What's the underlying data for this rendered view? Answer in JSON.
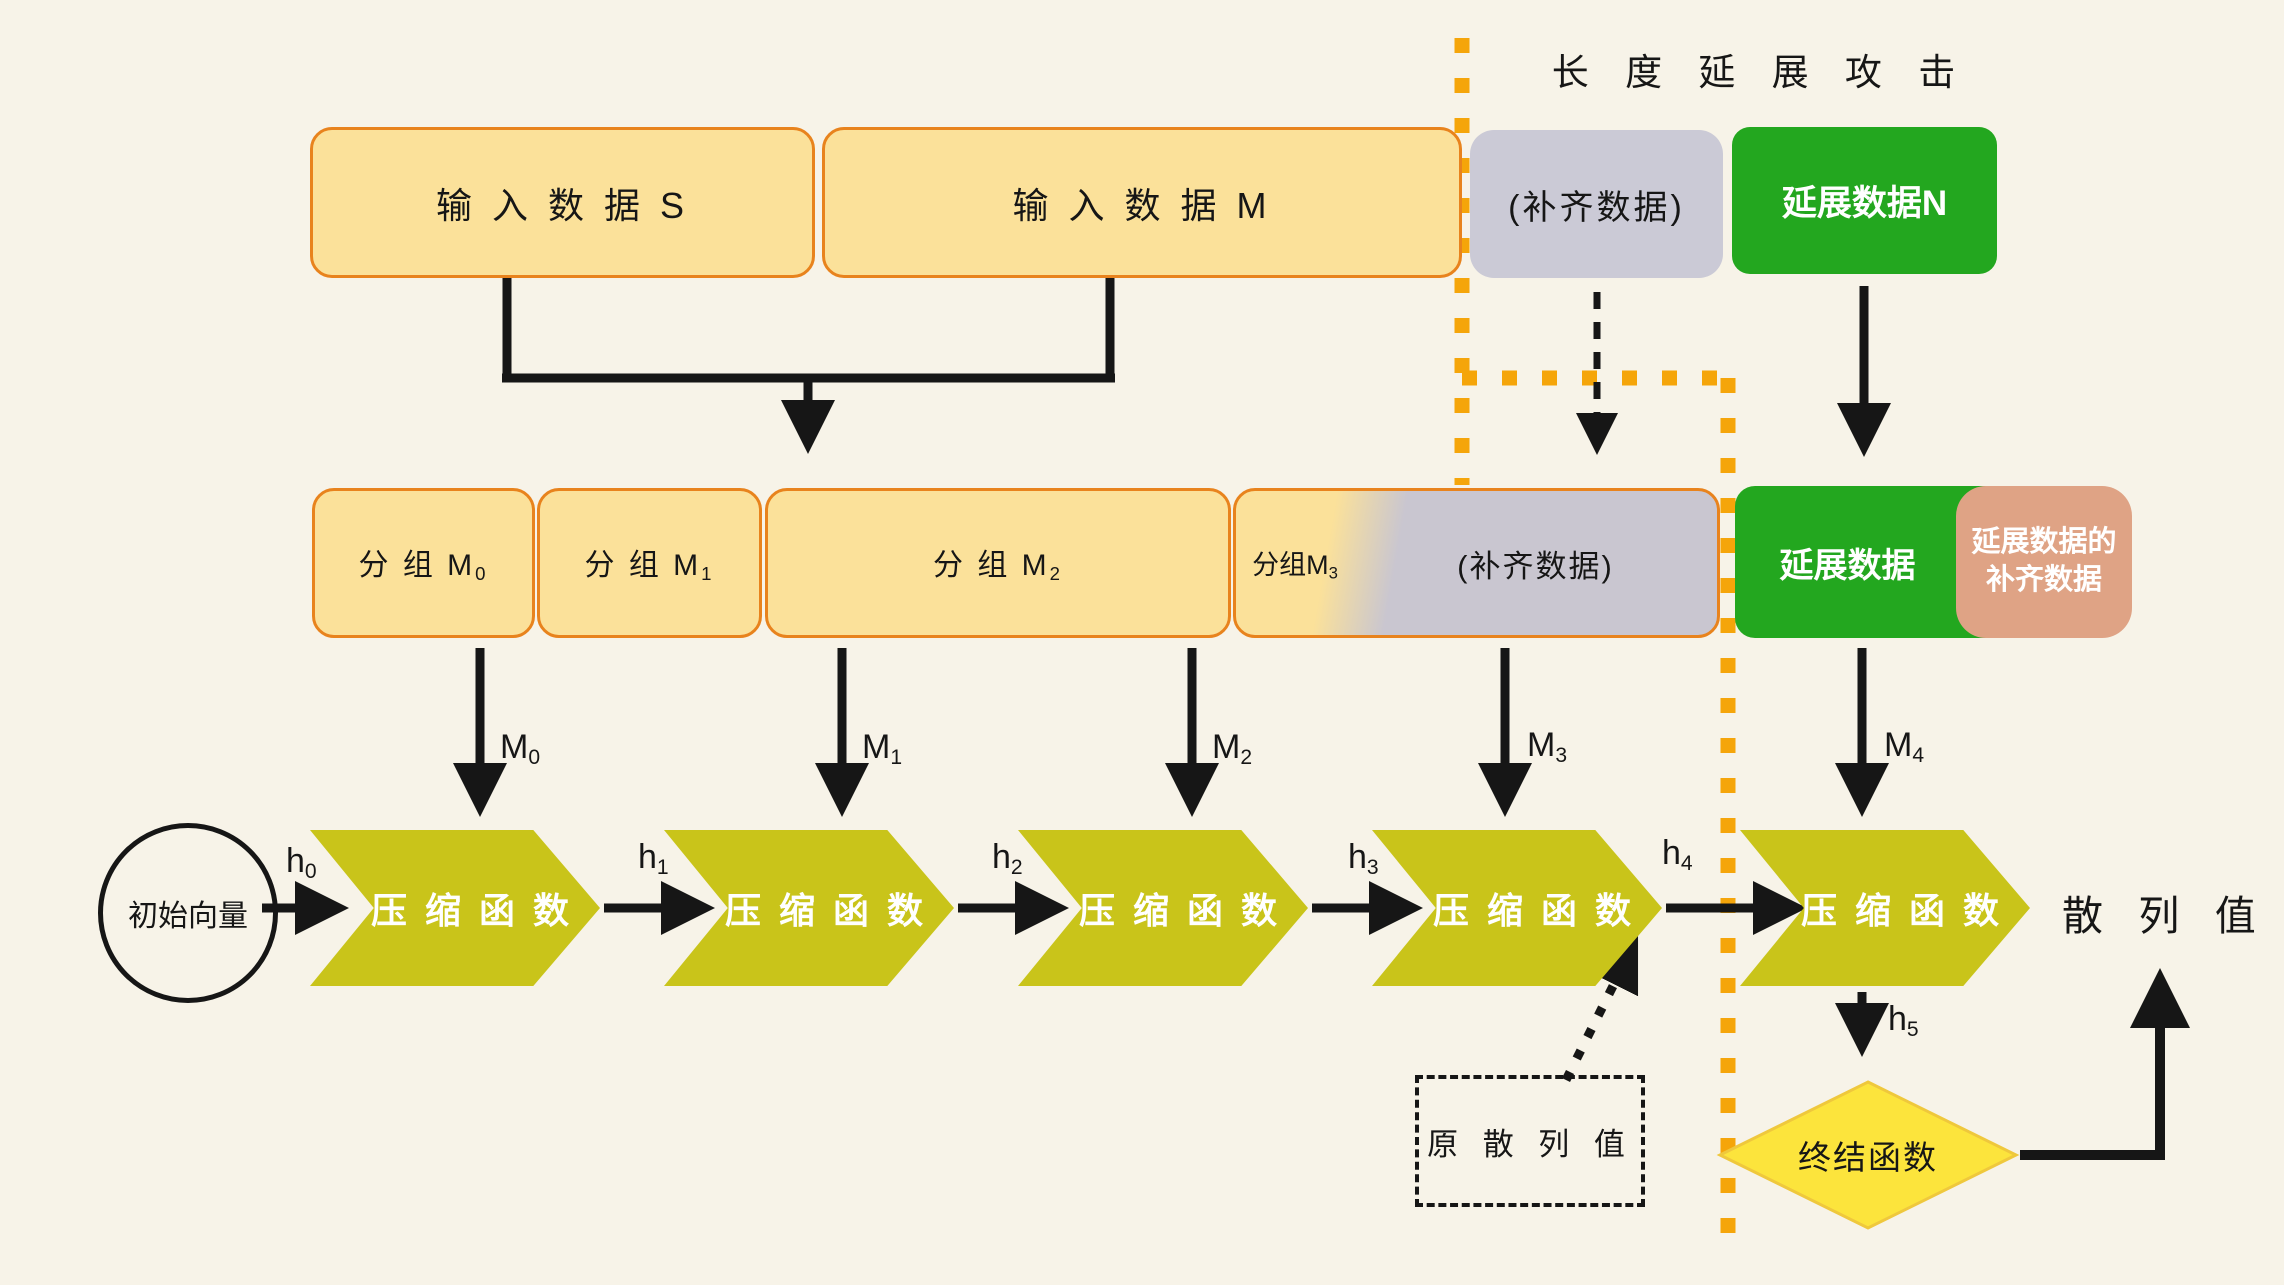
{
  "title": "长 度 延 展 攻 击",
  "row1": {
    "input_s": "输 入 数 据 S",
    "input_m": "输 入 数 据 M",
    "padding": "(补齐数据)",
    "extension_n": "延展数据N"
  },
  "row2": {
    "g0": {
      "base": "分 组 M",
      "sub": "0"
    },
    "g1": {
      "base": "分 组 M",
      "sub": "1"
    },
    "g2": {
      "base": "分 组 M",
      "sub": "2"
    },
    "g3": {
      "base": "分组M",
      "sub": "3"
    },
    "padding": "(补齐数据)",
    "extension": "延展数据",
    "extension_padding_line1": "延展数据的",
    "extension_padding_line2": "补齐数据"
  },
  "flow": {
    "initial_vector": "初始向量",
    "compression": "压 缩 函 数",
    "original_hash": "原 散 列 值",
    "final_function": "终结函数",
    "hash_value": "散 列 值"
  },
  "labels": {
    "h0": {
      "base": "h",
      "sub": "0"
    },
    "h1": {
      "base": "h",
      "sub": "1"
    },
    "h2": {
      "base": "h",
      "sub": "2"
    },
    "h3": {
      "base": "h",
      "sub": "3"
    },
    "h4": {
      "base": "h",
      "sub": "4"
    },
    "h5": {
      "base": "h",
      "sub": "5"
    },
    "m0": {
      "base": "M",
      "sub": "0"
    },
    "m1": {
      "base": "M",
      "sub": "1"
    },
    "m2": {
      "base": "M",
      "sub": "2"
    },
    "m3": {
      "base": "M",
      "sub": "3"
    },
    "m4": {
      "base": "M",
      "sub": "4"
    }
  },
  "colors": {
    "background": "#F7F3E8",
    "box_yellow": "#FBE19A",
    "box_border_orange": "#E8831D",
    "padding_gray": "#CBCAD6",
    "extension_green": "#23A71F",
    "extension_padding_salmon": "#DFA385",
    "compression_chevron": "#C9C41A",
    "final_diamond_fill": "#FCE43C",
    "final_diamond_border": "#EFC83C",
    "attack_boundary_orange": "#F5A50A",
    "line_black": "#161616"
  }
}
